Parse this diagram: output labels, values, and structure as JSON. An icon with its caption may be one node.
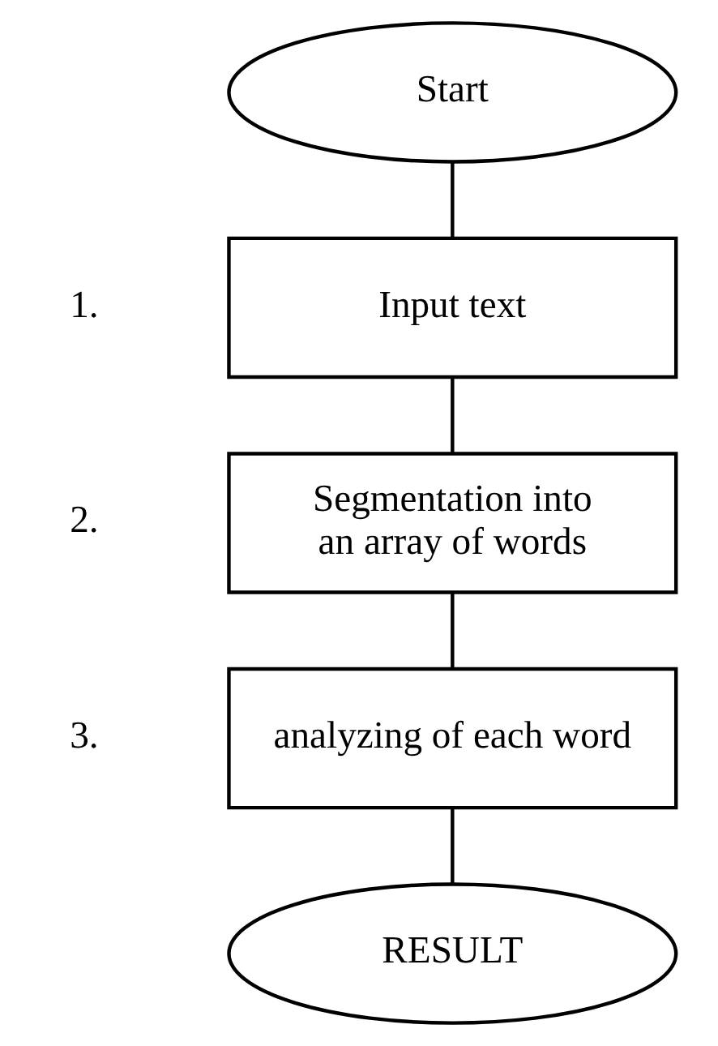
{
  "diagram": {
    "nodes": [
      {
        "text": [
          "Start"
        ]
      },
      {
        "text": [
          "Input text"
        ],
        "beside": [
          "1."
        ]
      },
      {
        "text": [
          "Segmentation into an array of words"
        ],
        "beside": [
          "2."
        ]
      },
      {
        "text": [
          "analyzing of each word"
        ],
        "beside": [
          "3."
        ]
      },
      {
        "text": [
          "RESULT"
        ]
      }
    ],
    "edges": [
      {
        "from": 0,
        "to": 1,
        "arrow": "none"
      },
      {
        "from": 1,
        "to": 2,
        "arrow": "none"
      },
      {
        "from": 2,
        "to": 3,
        "arrow": "none"
      },
      {
        "from": 3,
        "to": 4,
        "arrow": "none"
      }
    ]
  }
}
